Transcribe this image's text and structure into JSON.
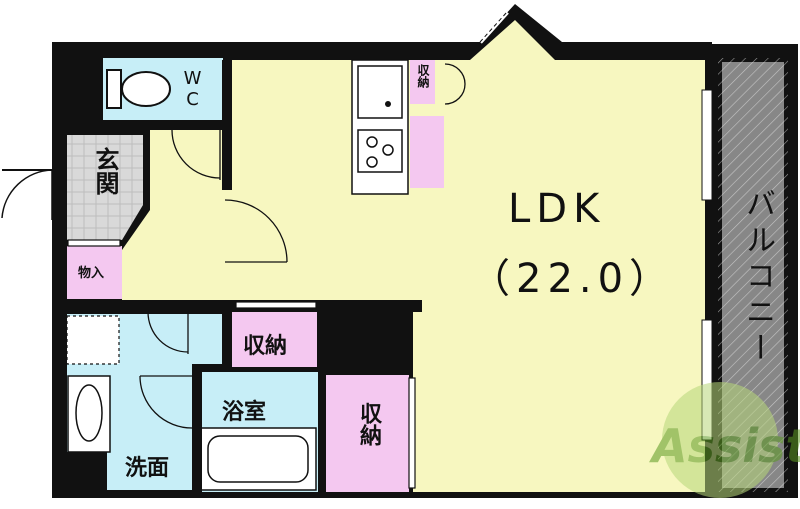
{
  "rooms": {
    "ldk": "LDK",
    "ldk_size": "（22.0）",
    "wc": "WC",
    "genkan": "玄関",
    "monoire": "物入",
    "shuno_small": "収納",
    "shuno_mid": "収納",
    "shuno_tall": "収納",
    "yokushitsu": "浴室",
    "senmen": "洗面",
    "balcony": "バルコニー"
  },
  "watermark": {
    "text": "Assist"
  },
  "colors": {
    "wall": "#111111",
    "ldk": "#f7f7c0",
    "hall": "#f7f7c0",
    "wet": "#c7eef7",
    "storage": "#f4c8f0",
    "genkan": "#d8d8d8",
    "balcony": "#e6e6e6"
  }
}
